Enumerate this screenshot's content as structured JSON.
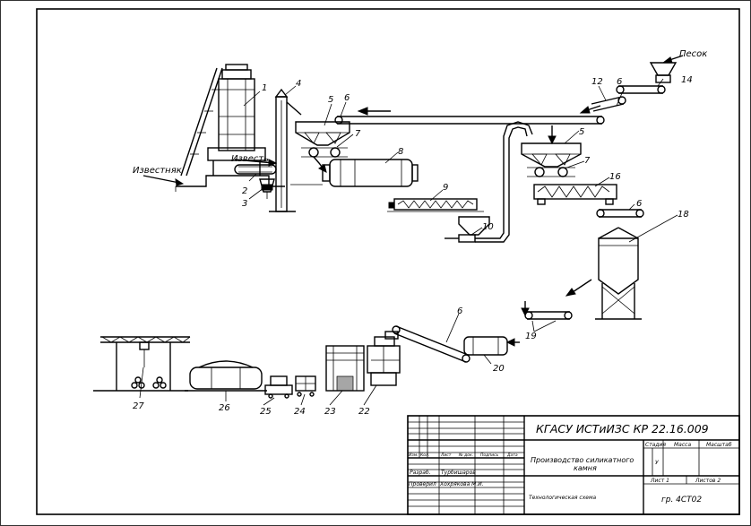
{
  "diagram": {
    "inputs": {
      "sand": "Песок",
      "limestone": "Известняк",
      "lime": "Известь"
    },
    "labels": {
      "n1": "1",
      "n2": "2",
      "n3": "3",
      "n4": "4",
      "n5a": "5",
      "n5b": "5",
      "n6a": "6",
      "n6b": "6",
      "n6c": "6",
      "n6d": "6",
      "n7a": "7",
      "n7b": "7",
      "n8": "8",
      "n9": "9",
      "n10": "10",
      "n12": "12",
      "n14": "14",
      "n16": "16",
      "n18": "18",
      "n19": "19",
      "n20": "20",
      "n22": "22",
      "n23": "23",
      "n24": "24",
      "n25": "25",
      "n26": "26",
      "n27": "27"
    }
  },
  "title_block": {
    "doc_code": "КГАСУ ИСТиИЗС КР 22.16.009",
    "project_title_1": "Производство силикатного",
    "project_title_2": "камня",
    "sheet_title": "Технологическая схема",
    "org": "гр. 4СТ02",
    "stage_header": "Стадия",
    "mass_header": "Масса",
    "scale_header": "Масштаб",
    "stage_value": "У",
    "sheet_label": "Лист 1",
    "sheets_label": "Листов 2",
    "col_izm": "Изм.",
    "col_kol": "Кол.",
    "col_list": "Лист",
    "col_doc": "№ док.",
    "col_sign": "Подпись",
    "col_date": "Дата",
    "role_dev": "Разраб.",
    "role_check": "Проверил",
    "name_dev": "Турбишаров",
    "name_check": "Хохрякова М.И."
  }
}
